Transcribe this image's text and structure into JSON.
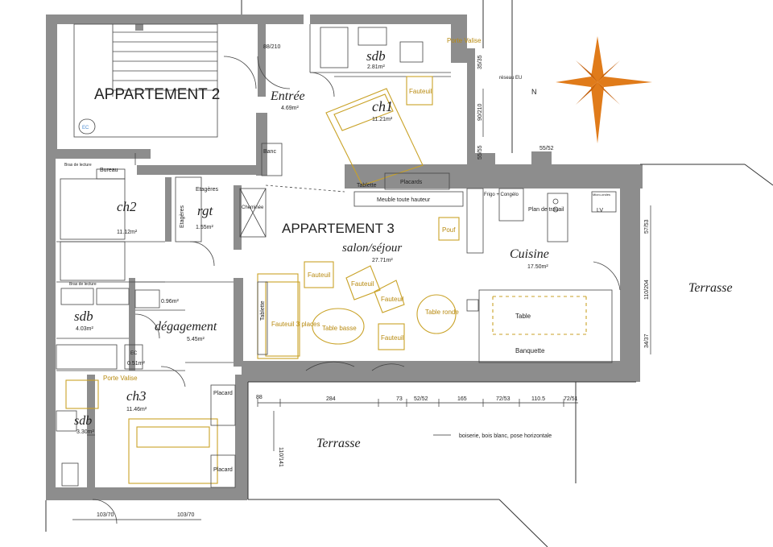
{
  "rooms": {
    "appt2": "APPARTEMENT 2",
    "appt3": "APPARTEMENT 3",
    "entree": "Entrée",
    "entree_area": "4.69m²",
    "sdb1": "sdb",
    "sdb1_area": "2.81m²",
    "ch1": "ch1",
    "ch1_area": "11.21m²",
    "ch2": "ch2",
    "ch2_area": "11.12m²",
    "rgt": "rgt",
    "rgt_area": "1.55m²",
    "salon": "salon/séjour",
    "salon_area": "27.71m²",
    "cuisine": "Cuisine",
    "cuisine_area": "17.50m²",
    "sdb2": "sdb",
    "sdb2_area": "4.03m²",
    "wc1_area": "0.96m²",
    "degagement": "dégagement",
    "degagement_area": "5.45m²",
    "wc2_area": "0.51m²",
    "ch3": "ch3",
    "ch3_area": "11.46m²",
    "sdb3": "sdb",
    "sdb3_area": "3.30m²",
    "terrasse_right": "Terrasse",
    "terrasse_bottom": "Terrasse"
  },
  "furniture": {
    "fauteuil": "Fauteuil",
    "pouf": "Pouf",
    "table_basse": "Table basse",
    "table_ronde": "Table ronde",
    "fauteuil_3": "Fauteuil 3 places",
    "porte_valise": "Porte Valise",
    "table": "Table",
    "banquette": "Banquette"
  },
  "fixtures": {
    "banc": "Banc",
    "tablette": "Tablette",
    "placards": "Placards",
    "meuble": "Meuble toute hauteur",
    "bras_lecture": "Bras de lecture",
    "bureau": "Bureau",
    "etageres": "Etagères",
    "etageres_v": "Etagères",
    "cheminee": "Cheminée",
    "frigo": "Frigo + Congélo",
    "plan_travail": "Plan de travail",
    "lv": "LV",
    "micro_ondes": "Micro-ondes",
    "ec": "EC",
    "placard": "Placard",
    "reseau": "réseau EU",
    "legend": "boiserie, bois blanc, pose horizontale",
    "north": "N"
  },
  "dimensions": {
    "d88_210": "88/210",
    "d90_210": "90/210",
    "d55_52": "55/52",
    "d57_53": "57/53",
    "d110_204": "110/204",
    "d34_37": "34/37",
    "d35_35": "35/35",
    "d55_55": "55/55",
    "d110_141": "110/141",
    "d103_70a": "103/70",
    "d103_70b": "103/70",
    "bottom": [
      "88",
      "284",
      "73",
      "52/52",
      "165",
      "72/53",
      "110.5",
      "72/51"
    ]
  },
  "colors": {
    "wall": "#8d8d8d",
    "furniture": "#c9a227",
    "compass": "#e07b1a"
  }
}
